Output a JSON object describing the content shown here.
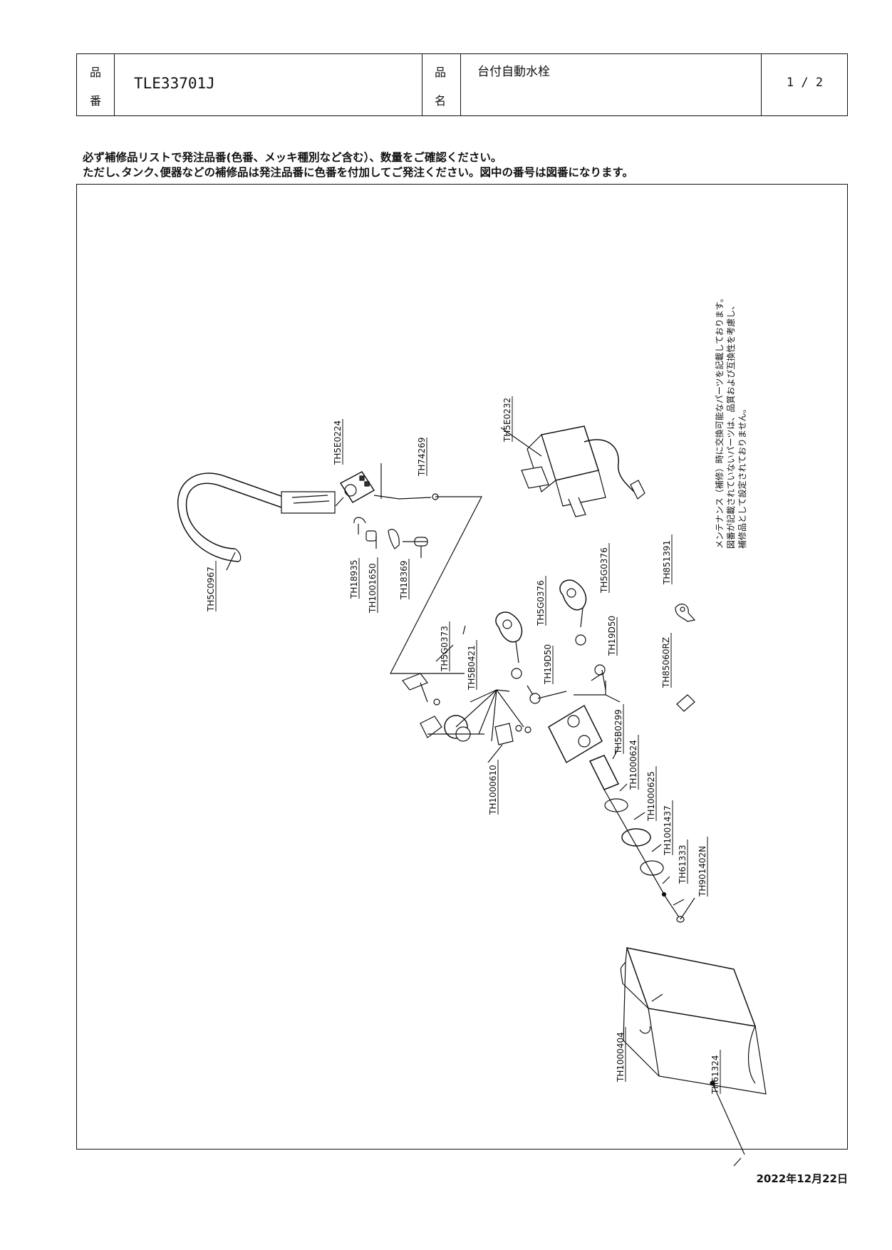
{
  "header": {
    "hinban_label": [
      "品",
      "番"
    ],
    "product_code": "TLE33701J",
    "hinmei_label": [
      "品",
      "名"
    ],
    "product_name": "台付自動水栓",
    "page": "1 / 2"
  },
  "notice": {
    "line1": "必ず補修品リストで発注品番(色番、メッキ種別など含む）、数量をご確認ください。",
    "line2": "ただし､タンク､便器などの補修品は発注品番に色番を付加してご発注ください。図中の番号は図番になります。"
  },
  "side_note": {
    "line1": "メンテナンス（補修）時に交換可能なパーツを記載しております。",
    "line2": "図番が記載されていないパーツは、品質および互換性を考慮し、",
    "line3": "補修品として設定されておりません。"
  },
  "parts": {
    "p1": "TH5E0224",
    "p2": "TH74269",
    "p3": "TH5E0232",
    "p4": "TH5C0967",
    "p5": "TH18935",
    "p6": "TH1001650",
    "p7": "TH18369",
    "p8": "TH5G0376",
    "p9": "TH5G0376",
    "p10": "TH851391",
    "p11": "TH5G0373",
    "p12": "TH5B0421",
    "p13": "TH19D50",
    "p14": "TH19D50",
    "p15": "TH85060RZ",
    "p16": "TH5B0299",
    "p17": "TH1000624",
    "p18": "TH1000625",
    "p19": "TH1000610",
    "p20": "TH1001437",
    "p21": "TH61333",
    "p22": "TH901402N",
    "p23": "TH1000404",
    "p24": "TH61324"
  },
  "date": "2022年12月22日"
}
